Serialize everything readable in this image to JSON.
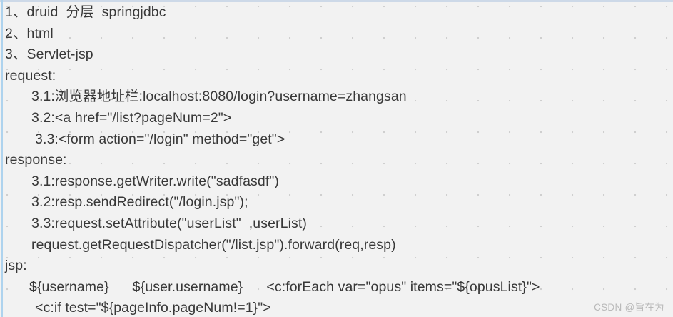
{
  "page": {
    "background_color": "#f2f2f2",
    "text_color": "#383838",
    "grid_dot_color": "#cfcfcf",
    "left_rule_color": "#aed3ee",
    "top_rule_color": "#cdd9e8"
  },
  "note": {
    "lines": [
      {
        "text": "1、druid  分层  springjdbc",
        "indent": 0
      },
      {
        "text": "2、html",
        "indent": 0
      },
      {
        "text": "3、Servlet-jsp",
        "indent": 0
      },
      {
        "text": "request:",
        "indent": 0
      },
      {
        "text": "3.1:浏览器地址栏:localhost:8080/login?username=zhangsan",
        "indent": 1
      },
      {
        "text": "3.2:<a href=\"/list?pageNum=2\">",
        "indent": 1
      },
      {
        "text": "3.3:<form action=\"/login\" method=\"get\">",
        "indent": 2
      },
      {
        "text": "response:",
        "indent": 0
      },
      {
        "text": "3.1:response.getWriter.write(\"sadfasdf\")",
        "indent": 1
      },
      {
        "text": "3.2:resp.sendRedirect(\"/login.jsp\");",
        "indent": 1
      },
      {
        "text": "3.3:request.setAttribute(\"userList\"  ,userList)",
        "indent": 1
      },
      {
        "text": "request.getRequestDispatcher(\"/list.jsp\").forward(req,resp)",
        "indent": 1
      },
      {
        "text": "jsp:",
        "indent": 0
      },
      {
        "text": "${username}      ${user.username}      <c:forEach var=\"opus\" items=\"${opusList}\">",
        "indent": 3
      },
      {
        "text": "<c:if test=\"${pageInfo.pageNum!=1}\">",
        "indent": 2
      }
    ]
  },
  "watermark": {
    "text": "CSDN @旨在为"
  }
}
